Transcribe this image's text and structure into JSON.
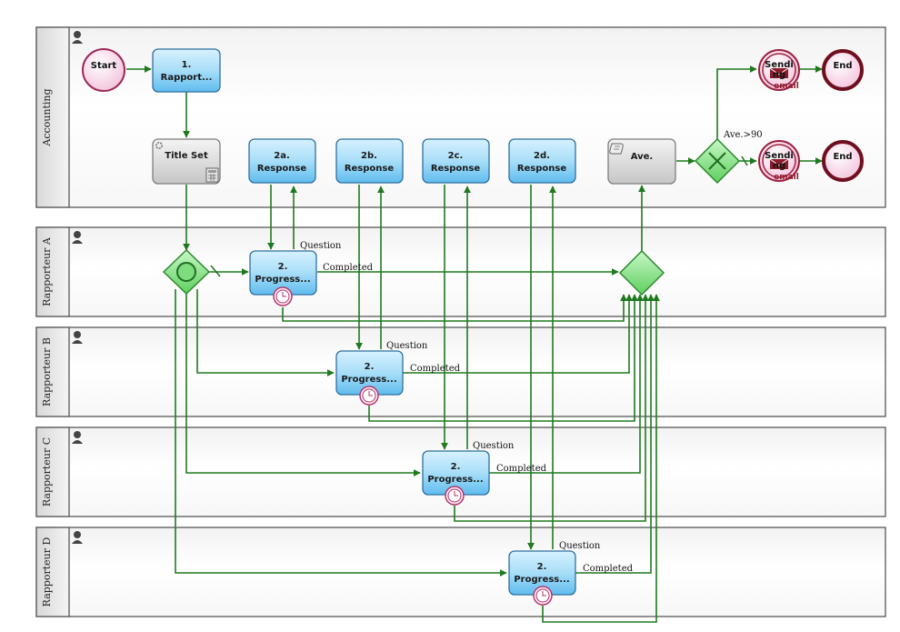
{
  "lanes": [
    {
      "label": "Accounting"
    },
    {
      "label": "Rapporteur A"
    },
    {
      "label": "Rapporteur B"
    },
    {
      "label": "Rapporteur C"
    },
    {
      "label": "Rapporteur D"
    }
  ],
  "events": {
    "start": "Start",
    "end_1": "End",
    "end_2": "End"
  },
  "tasks": {
    "rapport": [
      "1.",
      "Rapport..."
    ],
    "title_set": "Title Set",
    "response_2a": [
      "2a.",
      "Response"
    ],
    "response_2b": [
      "2b.",
      "Response"
    ],
    "response_2c": [
      "2c.",
      "Response"
    ],
    "response_2d": [
      "2d.",
      "Response"
    ],
    "ave": "Ave.",
    "progress": [
      "2.",
      "Progress..."
    ]
  },
  "sending_email": {
    "line1": "Sendi",
    "line2": "ng",
    "line3": "email"
  },
  "edge_labels": {
    "question": "Question",
    "completed": "Completed",
    "ave_gt_90": "Ave.>90"
  },
  "colors": {
    "flow": "#1f7a1f",
    "task_fill": "#9fd8f5",
    "gateway_fill": "#8fe08f",
    "event_fill": "#f9d5e8"
  },
  "icons": [
    "person-icon",
    "gear-icon",
    "calculator-icon",
    "timer-icon",
    "envelope-icon",
    "script-icon",
    "plus-icon",
    "circle-icon",
    "tick-mark-icon"
  ]
}
